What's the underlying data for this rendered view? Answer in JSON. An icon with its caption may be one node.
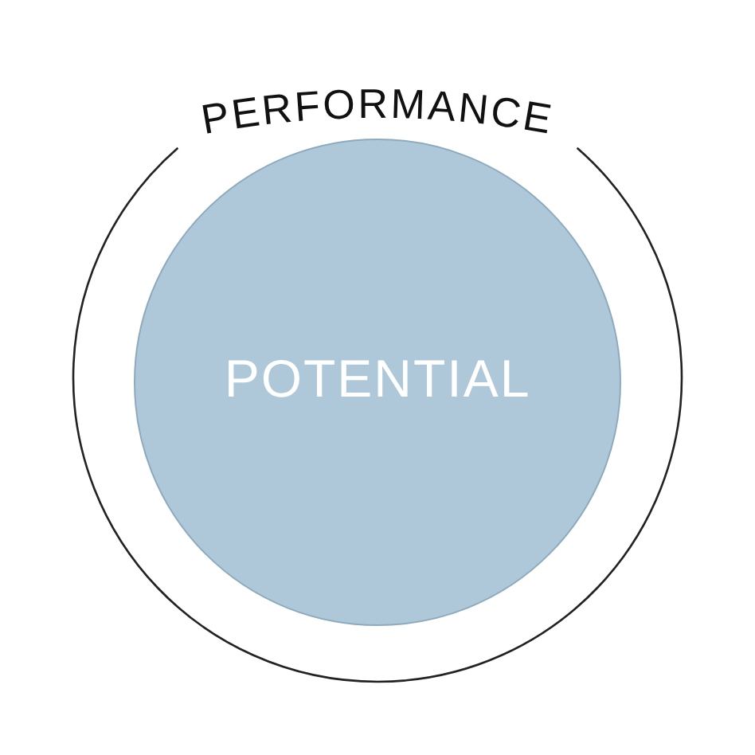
{
  "diagram": {
    "nodes": [
      {
        "text": [
          "PERFORMANCE"
        ]
      },
      {
        "text": [
          "POTENTIAL"
        ],
        "in": 0
      }
    ]
  }
}
